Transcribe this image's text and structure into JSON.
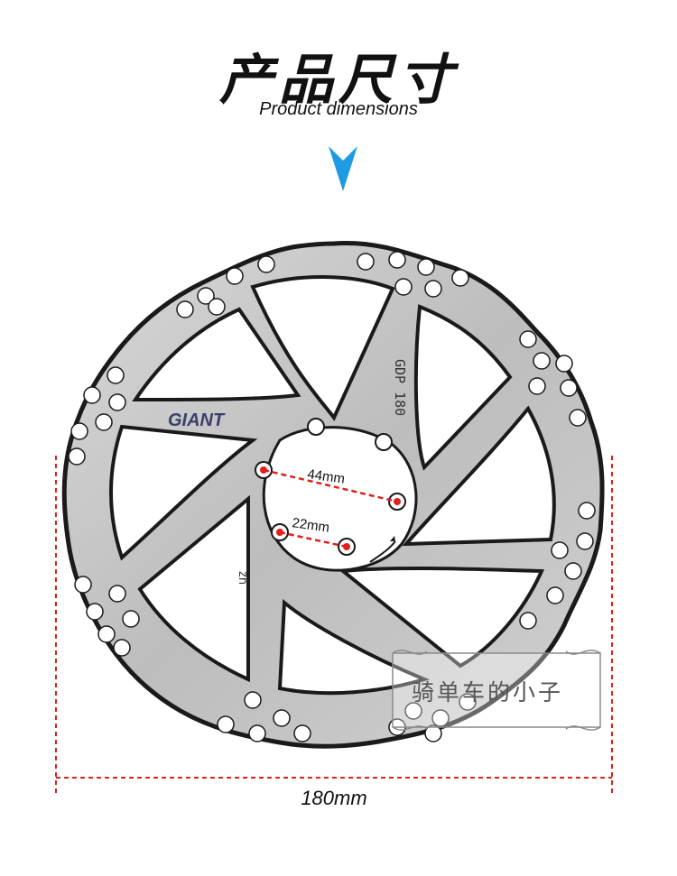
{
  "header": {
    "title_cn": "产品尺寸",
    "title_en": "Product dimensions"
  },
  "rotor": {
    "brand": "GIANT",
    "model": "GDP 180",
    "mark": "zh",
    "inner_dim_large": "44mm",
    "inner_dim_small": "22mm",
    "overall_dim": "180mm"
  },
  "watermark": {
    "text": "骑单车的小子"
  },
  "colors": {
    "arrow": "#1e9be3",
    "dimension_line": "#e0201c",
    "rotor_fill": "#c9c9c9",
    "rotor_edge": "#1a1a1a"
  }
}
